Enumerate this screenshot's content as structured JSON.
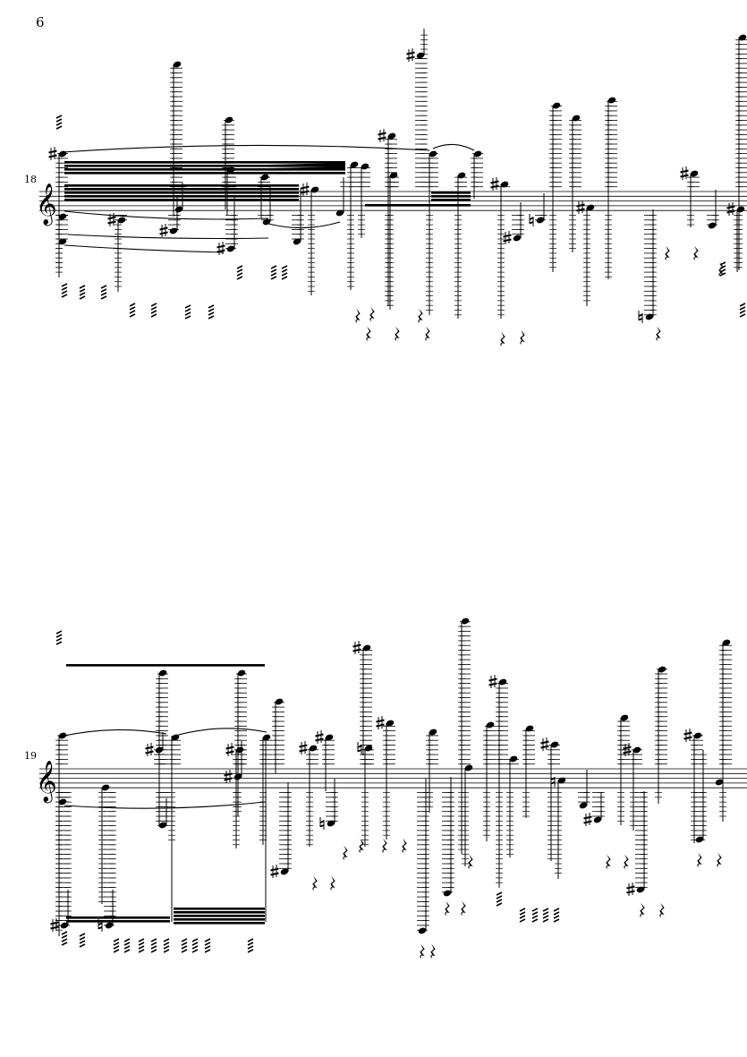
{
  "page": {
    "number": "6"
  },
  "systems": [
    {
      "measure_number": "18",
      "clef": "treble"
    },
    {
      "measure_number": "19",
      "clef": "treble"
    }
  ],
  "colors": {
    "ink": "#000000",
    "paper": "#ffffff"
  },
  "icons": [
    "treble-clef-icon",
    "sharp-icon",
    "natural-icon",
    "quarter-rest-icon",
    "eighth-rest-icon",
    "tremolo-icon"
  ]
}
